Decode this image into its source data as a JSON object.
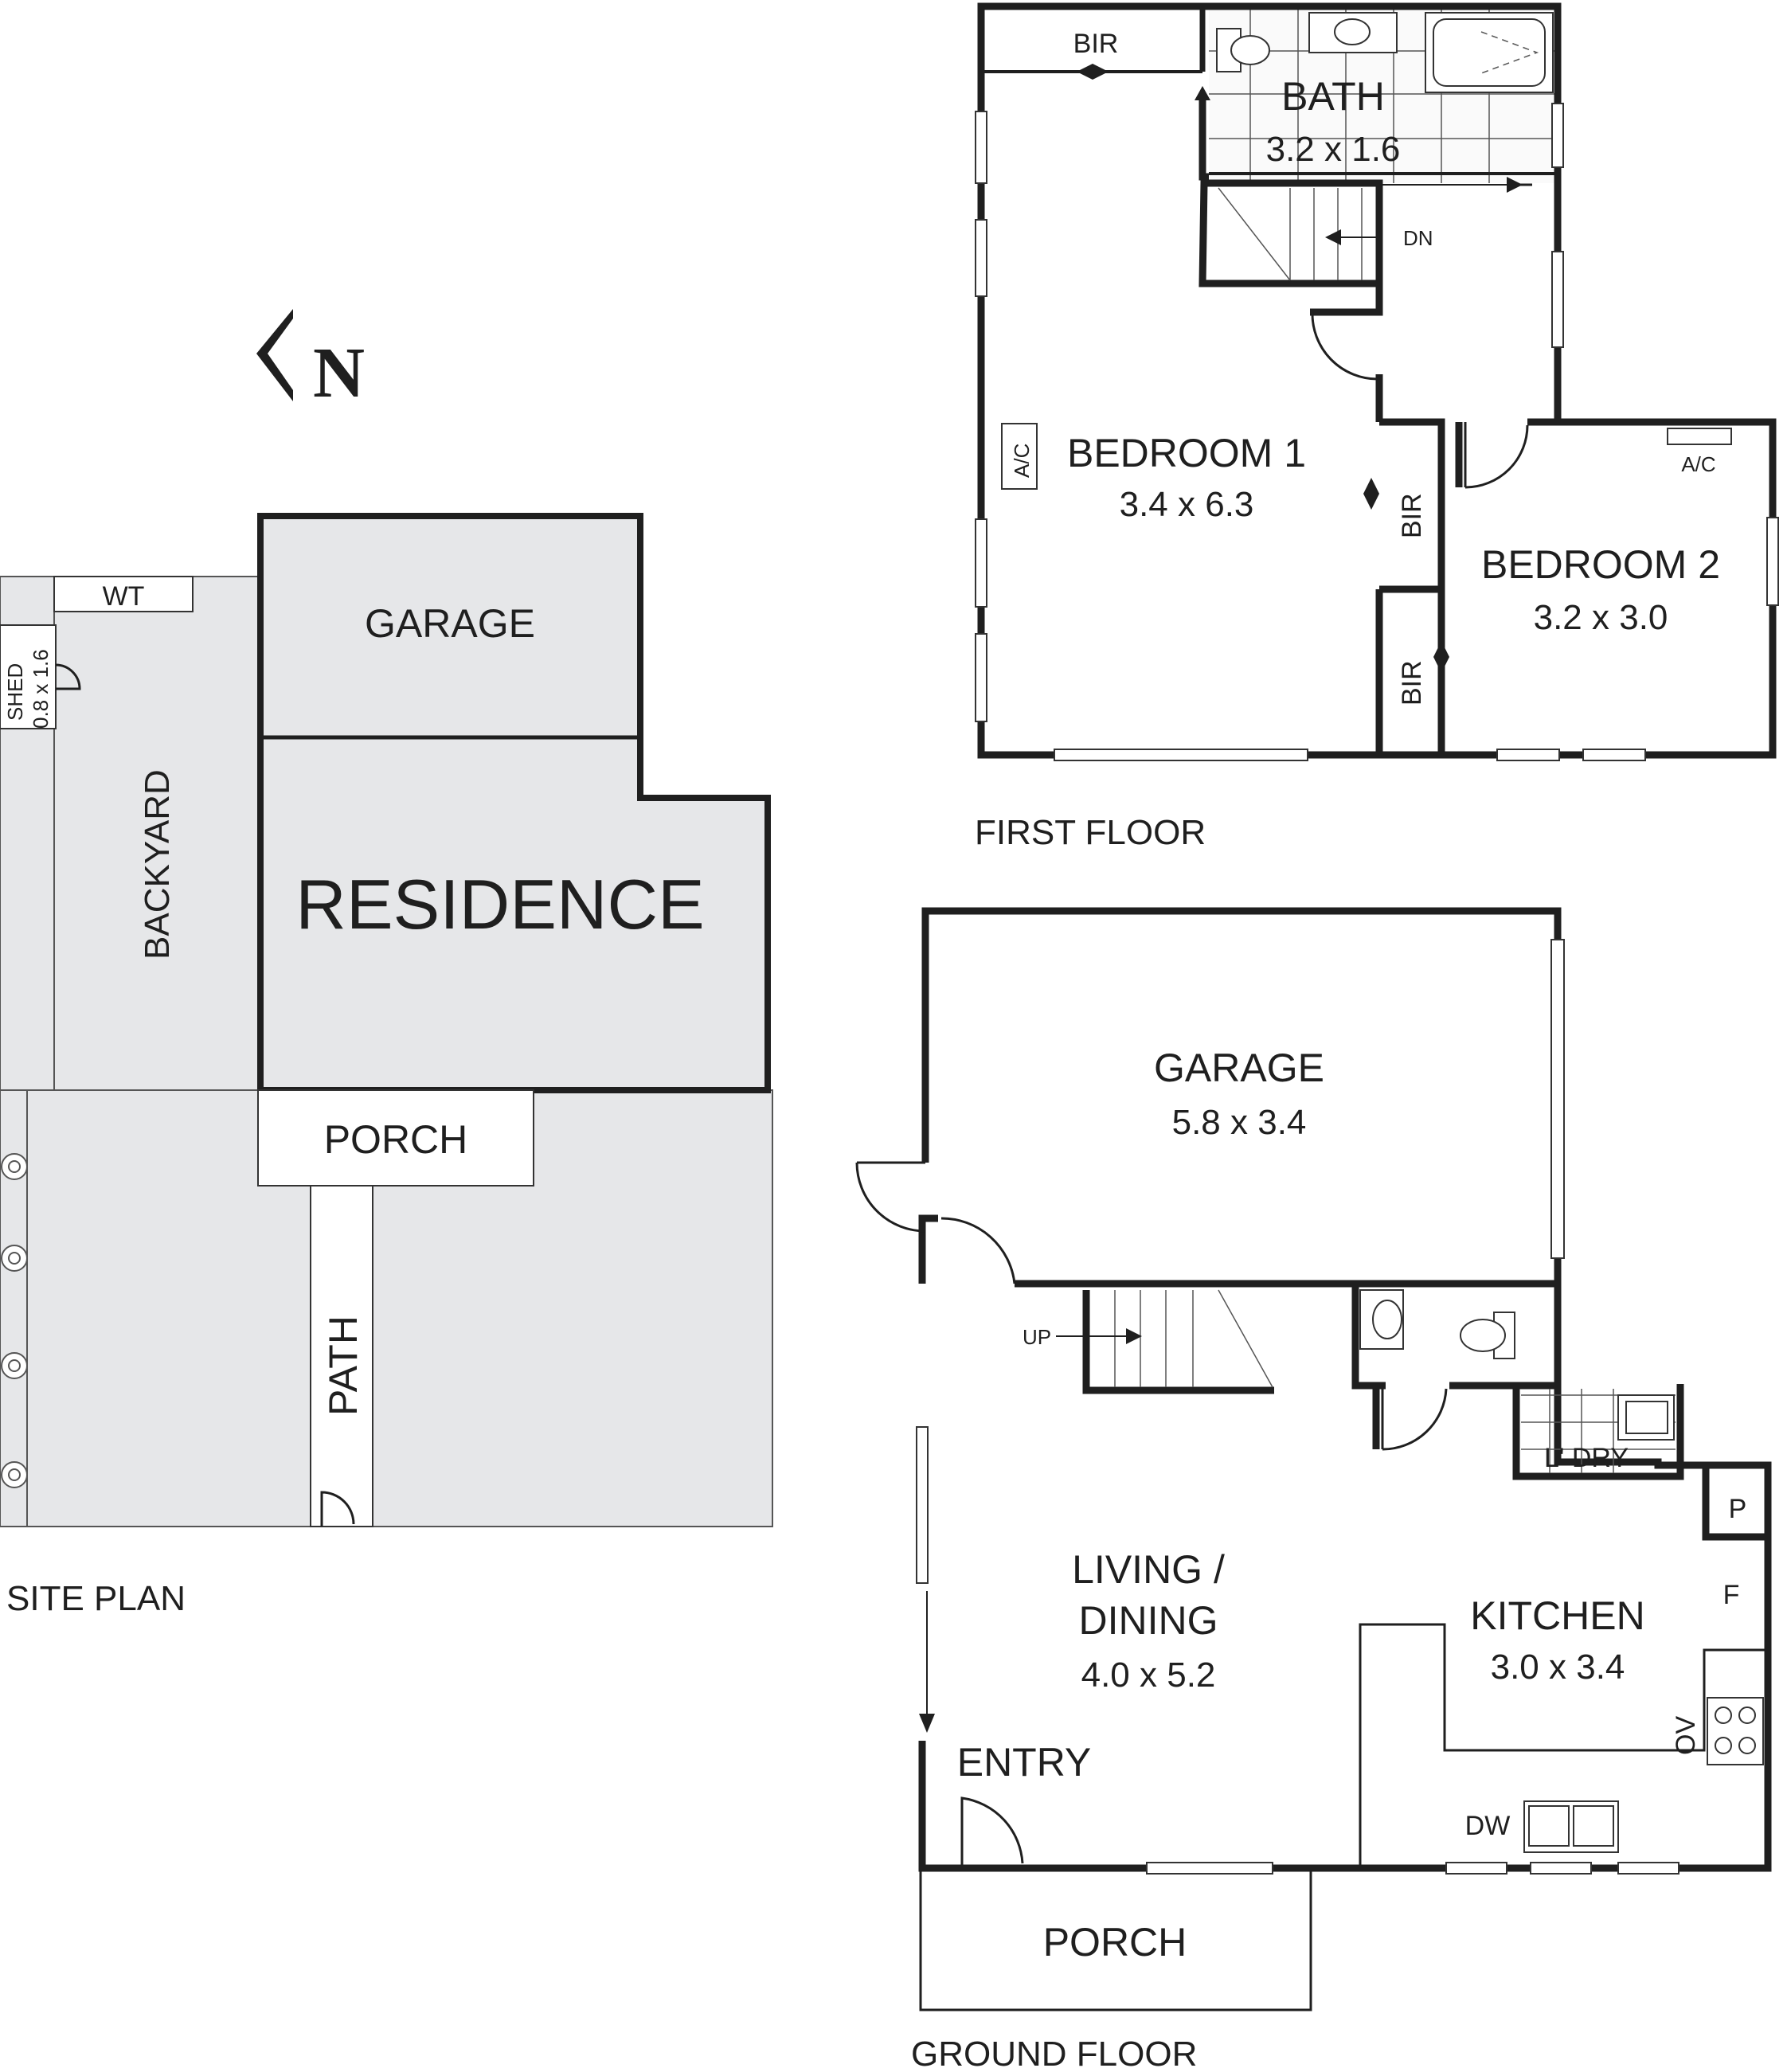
{
  "compass": {
    "letter": "N"
  },
  "site_plan": {
    "caption": "SITE PLAN",
    "labels": {
      "wt": "WT",
      "shed": "SHED",
      "shed_size": "0.8 x 1.6",
      "backyard": "BACKYARD",
      "garage": "GARAGE",
      "residence": "RESIDENCE",
      "porch": "PORCH",
      "path": "PATH"
    }
  },
  "first_floor": {
    "caption": "FIRST FLOOR",
    "rooms": {
      "bath": {
        "name": "BATH",
        "size": "3.2 x 1.6"
      },
      "bedroom1": {
        "name": "BEDROOM 1",
        "size": "3.4 x 6.3"
      },
      "bedroom2": {
        "name": "BEDROOM 2",
        "size": "3.2 x 3.0"
      }
    },
    "labels": {
      "bir_top": "BIR",
      "bir_mid": "BIR",
      "bir_low": "BIR",
      "dn": "DN",
      "ac1": "A/C",
      "ac2": "A/C"
    }
  },
  "ground_floor": {
    "caption": "GROUND FLOOR",
    "rooms": {
      "garage": {
        "name": "GARAGE",
        "size": "5.8 x 3.4"
      },
      "living": {
        "name_line1": "LIVING /",
        "name_line2": "DINING",
        "size": "4.0 x 5.2"
      },
      "kitchen": {
        "name": "KITCHEN",
        "size": "3.0 x 3.4"
      },
      "entry": {
        "name": "ENTRY"
      },
      "porch": {
        "name": "PORCH"
      },
      "laundry": {
        "name": "L' DRY"
      }
    },
    "labels": {
      "up": "UP",
      "pantry": "P",
      "fridge": "F",
      "oven": "OV",
      "dishwasher": "DW"
    }
  }
}
